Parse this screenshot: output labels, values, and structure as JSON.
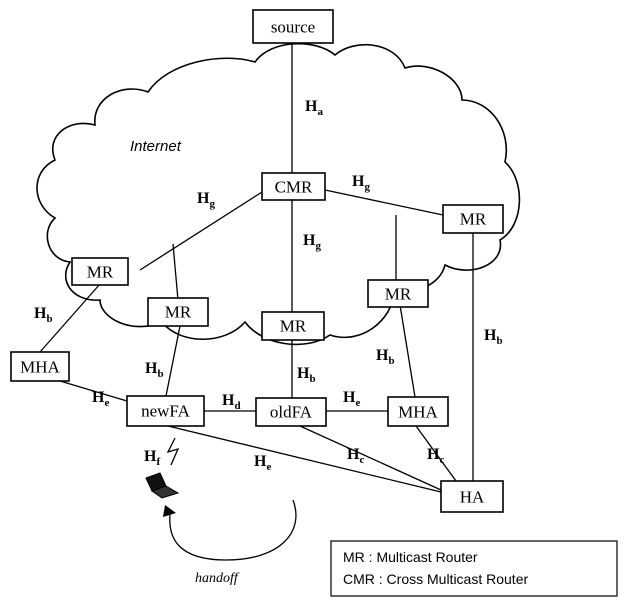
{
  "cloud_label": "Internet",
  "nodes": {
    "source": "source",
    "cmr": "CMR",
    "mr_left": "MR",
    "mr_mid_left": "MR",
    "mr_center": "MR",
    "mr_mid_right": "MR",
    "mr_right": "MR",
    "mha_left": "MHA",
    "new_fa": "newFA",
    "old_fa": "oldFA",
    "mha_right": "MHA",
    "ha": "HA"
  },
  "hops": {
    "source_cmr": [
      "H",
      "a"
    ],
    "cmr_mr_left": [
      "H",
      "g"
    ],
    "cmr_mr_center": [
      "H",
      "g"
    ],
    "cmr_mr_right": [
      "H",
      "g"
    ],
    "mr_left_mha": [
      "H",
      "b"
    ],
    "mr_newfa": [
      "H",
      "b"
    ],
    "mr_oldfa": [
      "H",
      "b"
    ],
    "mr_mha_right": [
      "H",
      "b"
    ],
    "mr_right_ha": [
      "H",
      "b"
    ],
    "mha_newfa": [
      "H",
      "e"
    ],
    "newfa_oldfa": [
      "H",
      "d"
    ],
    "oldfa_mha": [
      "H",
      "e"
    ],
    "wireless": [
      "H",
      "f"
    ],
    "newfa_ha": [
      "H",
      "e"
    ],
    "oldfa_ha": [
      "H",
      "c"
    ],
    "mha_ha": [
      "H",
      "c"
    ]
  },
  "handoff_label": "handoff",
  "legend": {
    "line1": "MR : Multicast Router",
    "line2": "CMR : Cross Multicast Router"
  }
}
